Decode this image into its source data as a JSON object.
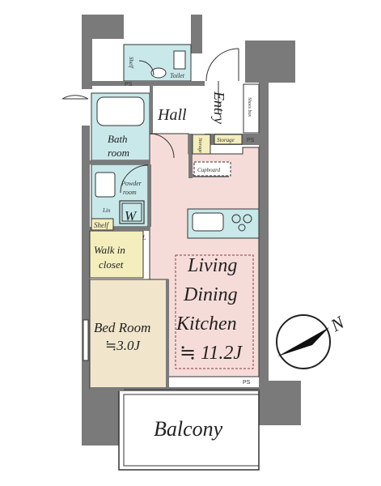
{
  "colors": {
    "wall": "#7a7a7a",
    "ldk": "#f6dcd9",
    "bedroom": "#f1e6cc",
    "closet": "#f4eebd",
    "wet": "#c9e8ea",
    "floor": "#ffffff",
    "line": "#333333"
  },
  "rooms": {
    "toilet": "Toilet",
    "shelf_top": "Shelf",
    "hall": "Hall",
    "entry": "Entry",
    "shoes_box": "Shoes box",
    "storage_1": "Storage",
    "storage_2": "Storage",
    "bath_line1": "Bath",
    "bath_line2": "room",
    "powder_line1": "Powder",
    "powder_line2": "room",
    "cupboard": "Cupboard",
    "washer": "W",
    "lin": "Lin",
    "shelf": "Shelf",
    "walk_in_line1": "Walk in",
    "walk_in_line2": "closet",
    "bedroom_line1": "Bed Room",
    "bedroom_line2": "≒3.0J",
    "ldk_line1": "Living",
    "ldk_line2": "Dining",
    "ldk_line3": "Kitchen",
    "ldk_line4": "≒ 11.2J",
    "balcony": "Balcony",
    "ps_1": "PS",
    "ps_2": "PS",
    "ps_3": "PS",
    "north": "N",
    "shelf_bed": "L"
  }
}
